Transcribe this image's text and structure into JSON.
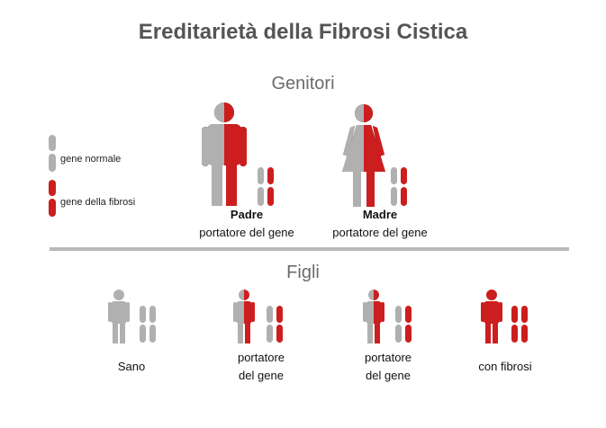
{
  "title": "Ereditarietà della Fibrosi Cistica",
  "parents_heading": "Genitori",
  "children_heading": "Figli",
  "legend": {
    "normal_label": "gene normale",
    "fibrosis_label": "gene della fibrosi"
  },
  "colors": {
    "normal": "#b0b0b0",
    "fibrosis": "#cc1e1e",
    "divider": "#b9b9b9"
  },
  "parents": [
    {
      "name": "Padre",
      "status": "portatore del gene",
      "figure": "male-half"
    },
    {
      "name": "Madre",
      "status": "portatore del gene",
      "figure": "female-half"
    }
  ],
  "children": [
    {
      "status": "Sano",
      "figure": "gray"
    },
    {
      "status": "portatore\ndel gene",
      "figure": "half"
    },
    {
      "status": "portatore\ndel gene",
      "figure": "half"
    },
    {
      "status": "con fibrosi",
      "figure": "red"
    }
  ]
}
